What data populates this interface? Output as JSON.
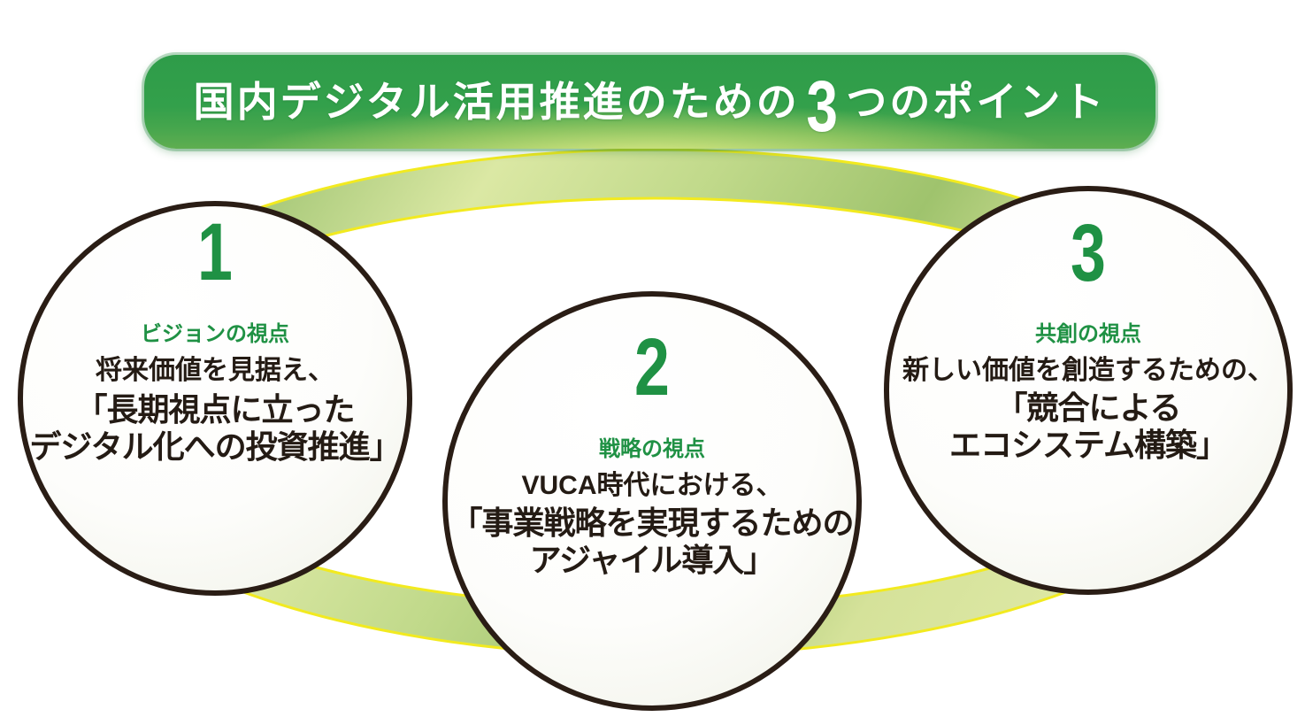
{
  "title": {
    "prefix": "国内デジタル活用推進のための",
    "big_number": "3",
    "suffix": "つのポイント"
  },
  "points": [
    {
      "number": "1",
      "label": "ビジョンの視点",
      "lead": "将来価値を見据え、",
      "quote_lines": [
        "「長期視点に立った",
        "デジタル化への投資推進」"
      ]
    },
    {
      "number": "2",
      "label": "戦略の視点",
      "lead": "VUCA時代における、",
      "quote_lines": [
        "「事業戦略を実現するための",
        "アジャイル導入」"
      ]
    },
    {
      "number": "3",
      "label": "共創の視点",
      "lead": "新しい価値を創造するための、",
      "quote_lines": [
        "「競合による",
        "エコシステム構築」"
      ]
    }
  ],
  "colors": {
    "banner_green_top": "#2e9c49",
    "banner_green_bottom": "#5fae51",
    "banner_glow_yellow": "#e9f08c",
    "accent_green": "#1f9144",
    "circle_border": "#2a1d15",
    "text_dark": "#241b14",
    "ribbon_light": "#dbe7a1",
    "ribbon_streak": "#a3c474",
    "ribbon_edge_yellow": "#f2ea1f",
    "background": "#ffffff"
  }
}
